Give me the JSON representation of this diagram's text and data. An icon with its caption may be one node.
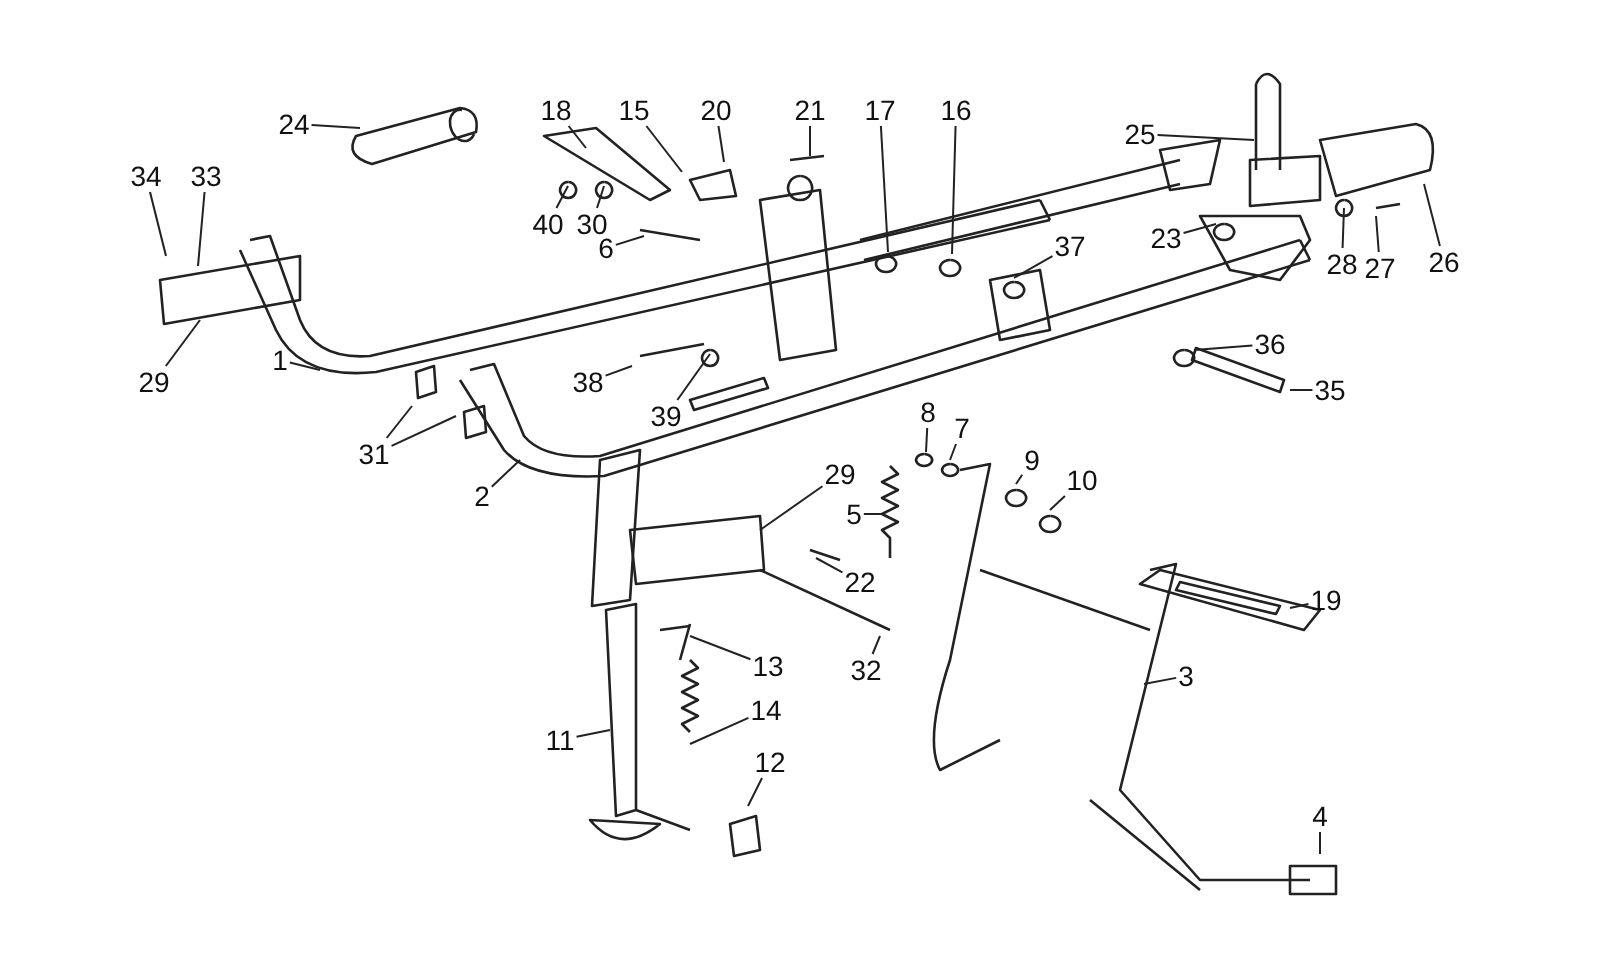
{
  "diagram": {
    "nodes": [
      {
        "text": [
          "18"
        ]
      },
      {
        "text": [
          "15"
        ]
      },
      {
        "text": [
          "20"
        ]
      },
      {
        "text": [
          "21"
        ]
      },
      {
        "text": [
          "17"
        ]
      },
      {
        "text": [
          "16"
        ]
      },
      {
        "text": [
          "24"
        ]
      },
      {
        "text": [
          "25"
        ]
      },
      {
        "text": [
          "34"
        ]
      },
      {
        "text": [
          "33"
        ]
      },
      {
        "text": [
          "40"
        ]
      },
      {
        "text": [
          "30"
        ]
      },
      {
        "text": [
          "6"
        ]
      },
      {
        "text": [
          "37"
        ]
      },
      {
        "text": [
          "23"
        ]
      },
      {
        "text": [
          "28"
        ]
      },
      {
        "text": [
          "27"
        ]
      },
      {
        "text": [
          "26"
        ]
      },
      {
        "text": [
          "29"
        ]
      },
      {
        "text": [
          "1"
        ]
      },
      {
        "text": [
          "36"
        ]
      },
      {
        "text": [
          "35"
        ]
      },
      {
        "text": [
          "38"
        ]
      },
      {
        "text": [
          "39"
        ]
      },
      {
        "text": [
          "31"
        ]
      },
      {
        "text": [
          "2"
        ]
      },
      {
        "text": [
          "8"
        ]
      },
      {
        "text": [
          "7"
        ]
      },
      {
        "text": [
          "29"
        ]
      },
      {
        "text": [
          "9"
        ]
      },
      {
        "text": [
          "10"
        ]
      },
      {
        "text": [
          "19"
        ]
      },
      {
        "text": [
          "5"
        ]
      },
      {
        "text": [
          "22"
        ]
      },
      {
        "text": [
          "13"
        ]
      },
      {
        "text": [
          "32"
        ]
      },
      {
        "text": [
          "3"
        ]
      },
      {
        "text": [
          "11"
        ]
      },
      {
        "text": [
          "14"
        ]
      },
      {
        "text": [
          "12"
        ]
      },
      {
        "text": [
          "4"
        ]
      }
    ],
    "edges": [
      {
        "from": 0,
        "to": null,
        "arrow": "none"
      },
      {
        "from": 1,
        "to": null,
        "arrow": "none"
      },
      {
        "from": 2,
        "to": null,
        "arrow": "none"
      },
      {
        "from": 3,
        "to": null,
        "arrow": "none"
      },
      {
        "from": 4,
        "to": null,
        "arrow": "none"
      },
      {
        "from": 5,
        "to": null,
        "arrow": "none"
      },
      {
        "from": 6,
        "to": null,
        "arrow": "none"
      },
      {
        "from": 7,
        "to": null,
        "arrow": "none"
      },
      {
        "from": 8,
        "to": null,
        "arrow": "none"
      },
      {
        "from": 9,
        "to": null,
        "arrow": "none"
      },
      {
        "from": 10,
        "to": null,
        "arrow": "none"
      },
      {
        "from": 11,
        "to": null,
        "arrow": "none"
      },
      {
        "from": 12,
        "to": null,
        "arrow": "none"
      },
      {
        "from": 13,
        "to": null,
        "arrow": "none"
      },
      {
        "from": 14,
        "to": null,
        "arrow": "none"
      },
      {
        "from": 15,
        "to": null,
        "arrow": "none"
      },
      {
        "from": 16,
        "to": null,
        "arrow": "none"
      },
      {
        "from": 17,
        "to": null,
        "arrow": "none"
      },
      {
        "from": 18,
        "to": null,
        "arrow": "none"
      },
      {
        "from": 19,
        "to": null,
        "arrow": "none"
      },
      {
        "from": 20,
        "to": null,
        "arrow": "none"
      },
      {
        "from": 21,
        "to": null,
        "arrow": "none"
      },
      {
        "from": 22,
        "to": null,
        "arrow": "none"
      },
      {
        "from": 23,
        "to": null,
        "arrow": "none"
      },
      {
        "from": 24,
        "to": null,
        "arrow": "none"
      },
      {
        "from": 25,
        "to": null,
        "arrow": "none"
      },
      {
        "from": 26,
        "to": null,
        "arrow": "none"
      },
      {
        "from": 27,
        "to": null,
        "arrow": "none"
      },
      {
        "from": 28,
        "to": null,
        "arrow": "none"
      },
      {
        "from": 29,
        "to": null,
        "arrow": "none"
      },
      {
        "from": 30,
        "to": null,
        "arrow": "none"
      },
      {
        "from": 31,
        "to": null,
        "arrow": "none"
      },
      {
        "from": 32,
        "to": null,
        "arrow": "none"
      },
      {
        "from": 33,
        "to": null,
        "arrow": "none"
      },
      {
        "from": 34,
        "to": null,
        "arrow": "none"
      },
      {
        "from": 35,
        "to": null,
        "arrow": "none"
      },
      {
        "from": 36,
        "to": null,
        "arrow": "none"
      },
      {
        "from": 37,
        "to": null,
        "arrow": "none"
      },
      {
        "from": 38,
        "to": null,
        "arrow": "none"
      },
      {
        "from": 39,
        "to": null,
        "arrow": "none"
      },
      {
        "from": 40,
        "to": null,
        "arrow": "none"
      },
      {
        "from": 24,
        "to": null,
        "arrow": "none"
      }
    ]
  }
}
